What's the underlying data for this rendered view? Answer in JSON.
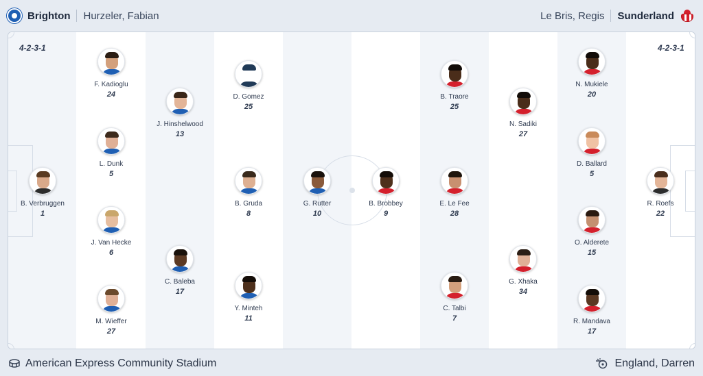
{
  "home": {
    "team": "Brighton",
    "manager": "Hurzeler, Fabian",
    "formation": "4-2-3-1",
    "players": [
      {
        "name": "B. Verbruggen",
        "number": "1",
        "skin": "#d9a98a",
        "hair": "#5a3b22",
        "shirt": "#2c2c2c"
      },
      {
        "name": "F. Kadioglu",
        "number": "24",
        "skin": "#d3a07c",
        "hair": "#2b1d14",
        "shirt": "#1f5fb3"
      },
      {
        "name": "L. Dunk",
        "number": "5",
        "skin": "#e0b096",
        "hair": "#3d2a1c",
        "shirt": "#1f5fb3"
      },
      {
        "name": "J. Van Hecke",
        "number": "6",
        "skin": "#e6bea0",
        "hair": "#c9a66b",
        "shirt": "#1f5fb3"
      },
      {
        "name": "M. Wieffer",
        "number": "27",
        "skin": "#e0b096",
        "hair": "#6b4a2c",
        "shirt": "#1f5fb3"
      },
      {
        "name": "J. Hinshelwood",
        "number": "13",
        "skin": "#e3b598",
        "hair": "#3a2618",
        "shirt": "#1f5fb3"
      },
      {
        "name": "C. Baleba",
        "number": "17",
        "skin": "#5c3a24",
        "hair": "#1a120c",
        "shirt": "#1f5fb3"
      },
      {
        "name": "D. Gomez",
        "number": "25",
        "skin": "#ffffff",
        "hair": "#203a57",
        "shirt": "#203a57"
      },
      {
        "name": "B. Gruda",
        "number": "8",
        "skin": "#deb092",
        "hair": "#3a2a1c",
        "shirt": "#1f5fb3"
      },
      {
        "name": "Y. Minteh",
        "number": "11",
        "skin": "#4e301c",
        "hair": "#140d08",
        "shirt": "#1f5fb3"
      },
      {
        "name": "G. Rutter",
        "number": "10",
        "skin": "#8a5a3a",
        "hair": "#1a120c",
        "shirt": "#1f5fb3"
      }
    ]
  },
  "away": {
    "team": "Sunderland",
    "manager": "Le Bris, Regis",
    "formation": "4-2-3-1",
    "players": [
      {
        "name": "R. Roefs",
        "number": "22",
        "skin": "#e3b598",
        "hair": "#4a2e1c",
        "shirt": "#2c2c2c"
      },
      {
        "name": "N. Mukiele",
        "number": "20",
        "skin": "#4a2d1a",
        "hair": "#120c08",
        "shirt": "#d4202c"
      },
      {
        "name": "D. Ballard",
        "number": "5",
        "skin": "#f0c2a4",
        "hair": "#c98a5a",
        "shirt": "#d4202c"
      },
      {
        "name": "O. Alderete",
        "number": "15",
        "skin": "#c49070",
        "hair": "#2a1a10",
        "shirt": "#d4202c"
      },
      {
        "name": "R. Mandava",
        "number": "17",
        "skin": "#5a3822",
        "hair": "#140d08",
        "shirt": "#d4202c"
      },
      {
        "name": "N. Sadiki",
        "number": "27",
        "skin": "#4a2d1a",
        "hair": "#120c08",
        "shirt": "#d4202c"
      },
      {
        "name": "G. Xhaka",
        "number": "34",
        "skin": "#e0b096",
        "hair": "#2b1d14",
        "shirt": "#d4202c"
      },
      {
        "name": "B. Traore",
        "number": "25",
        "skin": "#4a2d1a",
        "hair": "#120c08",
        "shirt": "#d4202c"
      },
      {
        "name": "E. Le Fee",
        "number": "28",
        "skin": "#c89070",
        "hair": "#1e140c",
        "shirt": "#d4202c"
      },
      {
        "name": "C. Talbi",
        "number": "7",
        "skin": "#d4a07c",
        "hair": "#2a1c12",
        "shirt": "#d4202c"
      },
      {
        "name": "B. Brobbey",
        "number": "9",
        "skin": "#4e301c",
        "hair": "#140d08",
        "shirt": "#d4202c"
      }
    ]
  },
  "venue": "American Express Community Stadium",
  "referee": "England, Darren",
  "colors": {
    "home": "#1f5fb3",
    "away": "#d4202c",
    "stripe_dark": "#f2f5f9",
    "stripe_light": "#ffffff",
    "lines": "#d6dde7"
  },
  "icons": {
    "venue": "stadium-icon",
    "referee": "whistle-icon",
    "home_crest": "brighton-crest-icon",
    "away_crest": "sunderland-crest-icon"
  }
}
